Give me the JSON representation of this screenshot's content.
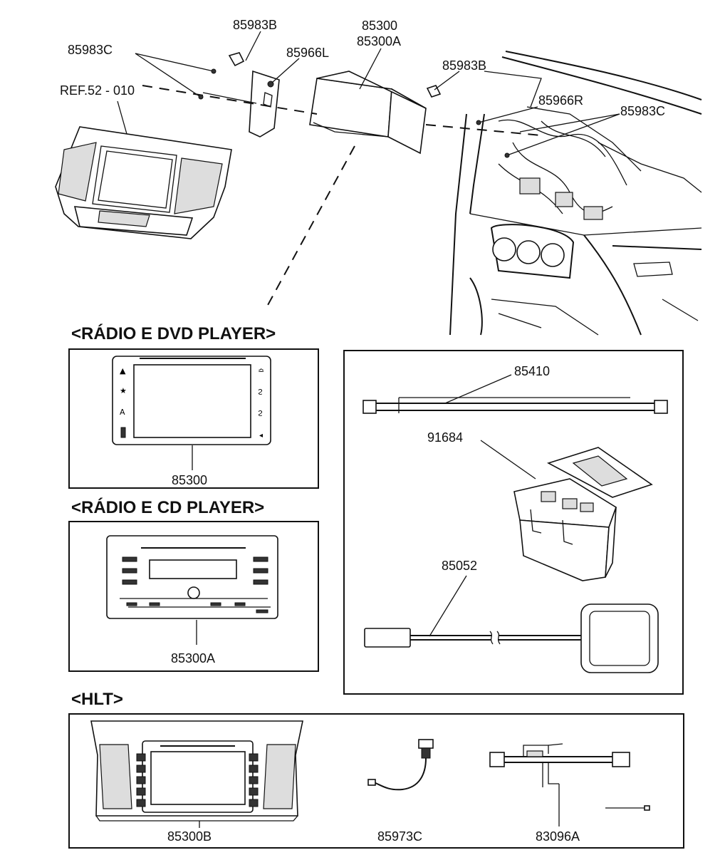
{
  "labels": {
    "l85983B_top": "85983B",
    "l85300_top": "85300",
    "l85300A_top": "85300A",
    "l85983C_left": "85983C",
    "l85966L": "85966L",
    "l85983B_right": "85983B",
    "lREF": "REF.52 - 010",
    "l85966R": "85966R",
    "l85983C_right": "85983C",
    "l85410": "85410",
    "l91684": "91684",
    "l85052": "85052",
    "l85300_dvd": "85300",
    "l85300A_cd": "85300A",
    "l85300B": "85300B",
    "l85973C": "85973C",
    "l83096A": "83096A"
  },
  "sections": {
    "dvd": "<RÁDIO E DVD PLAYER>",
    "cd": "<RÁDIO E CD PLAYER>",
    "hlt": "<HLT>"
  }
}
